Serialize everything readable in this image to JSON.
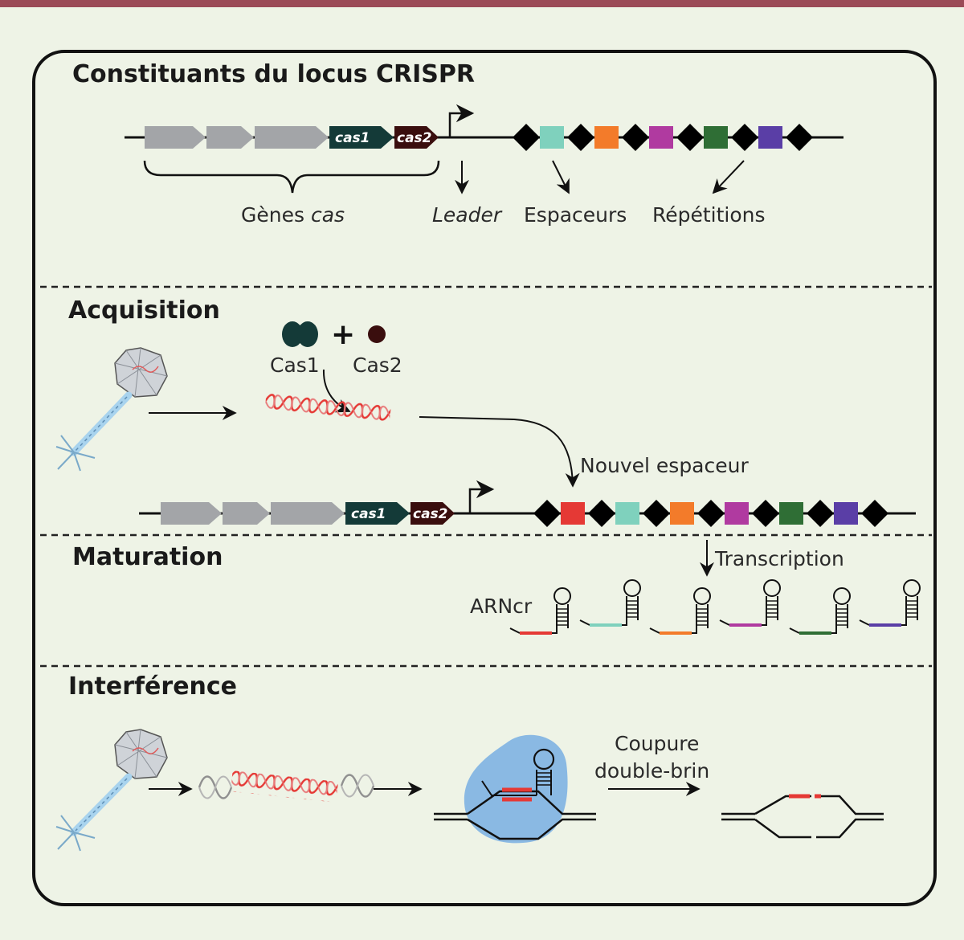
{
  "colors": {
    "top_bar": "#9b4a57",
    "panel_bg": "#eef3e6",
    "gene_gray": "#a3a5a8",
    "cas1": "#143a38",
    "cas2": "#3a0e0e",
    "repeat": "#000000",
    "spacer_red": "#e53935",
    "spacer_teal": "#7fd1bd",
    "spacer_orange": "#f37b2a",
    "spacer_magenta": "#b03aa0",
    "spacer_green": "#2f6e35",
    "spacer_purple": "#5a3ea6",
    "cascade_blue": "#8ab9e3",
    "dna_red": "#e53935",
    "dna_gray": "#909090"
  },
  "sections": {
    "locus": {
      "title": "Constituants du locus CRISPR",
      "cas1_label": "cas1",
      "cas2_label": "cas2",
      "genes_label_prefix": "Gènes ",
      "genes_label_italic": "cas",
      "leader_label": "Leader",
      "spacers_label": "Espaceurs",
      "repeats_label": "Répétitions"
    },
    "acquisition": {
      "title": "Acquisition",
      "plus": "+",
      "cas1_protein": "Cas1",
      "cas2_protein": "Cas2",
      "new_spacer_label": "Nouvel espaceur",
      "cas1_label": "cas1",
      "cas2_label": "cas2"
    },
    "maturation": {
      "title": "Maturation",
      "transcription_label": "Transcription",
      "crrna_label": "ARNcr"
    },
    "interference": {
      "title": "Interférence",
      "cleavage_label_line1": "Coupure",
      "cleavage_label_line2": "double-brin"
    }
  }
}
